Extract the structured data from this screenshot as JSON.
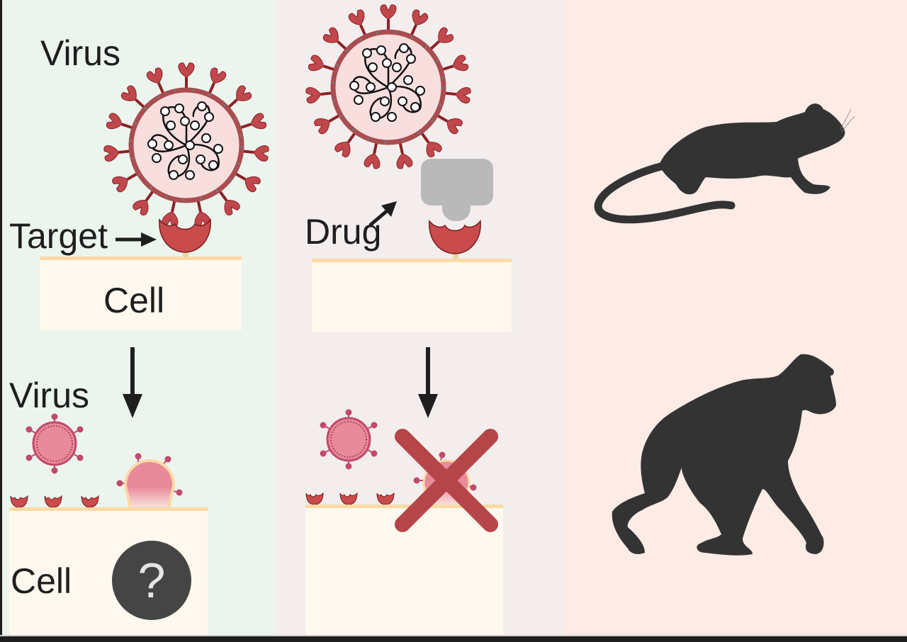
{
  "figure": {
    "panels": [
      {
        "id": "in-vitro-infection",
        "background": "#ecf4ee",
        "labels": {
          "virus_top": "Virus",
          "target": "Target",
          "cell_top": "Cell",
          "virus_bottom": "Virus",
          "cell_bottom": "Cell",
          "unknown_symbol": "?"
        }
      },
      {
        "id": "drug-blocking",
        "background": "#f3eeed",
        "labels": {
          "drug": "Drug"
        },
        "outcome_symbol": "blocked-x"
      },
      {
        "id": "animal-models",
        "background": "#fdebe5",
        "animals": [
          "mouse",
          "chimpanzee"
        ]
      }
    ],
    "colors": {
      "virus_spike": "#b8393d",
      "virus_envelope": "#a94d50",
      "virus_core": "#f9dede",
      "small_virus": "#e88a9a",
      "receptor": "#c94b4b",
      "cell_fill": "#fff8ee",
      "cell_membrane": "#fcd9a6",
      "drug": "#b9b9b9",
      "block_x": "#b54548",
      "silhouette": "#333333",
      "text": "#1e1e1e"
    }
  }
}
